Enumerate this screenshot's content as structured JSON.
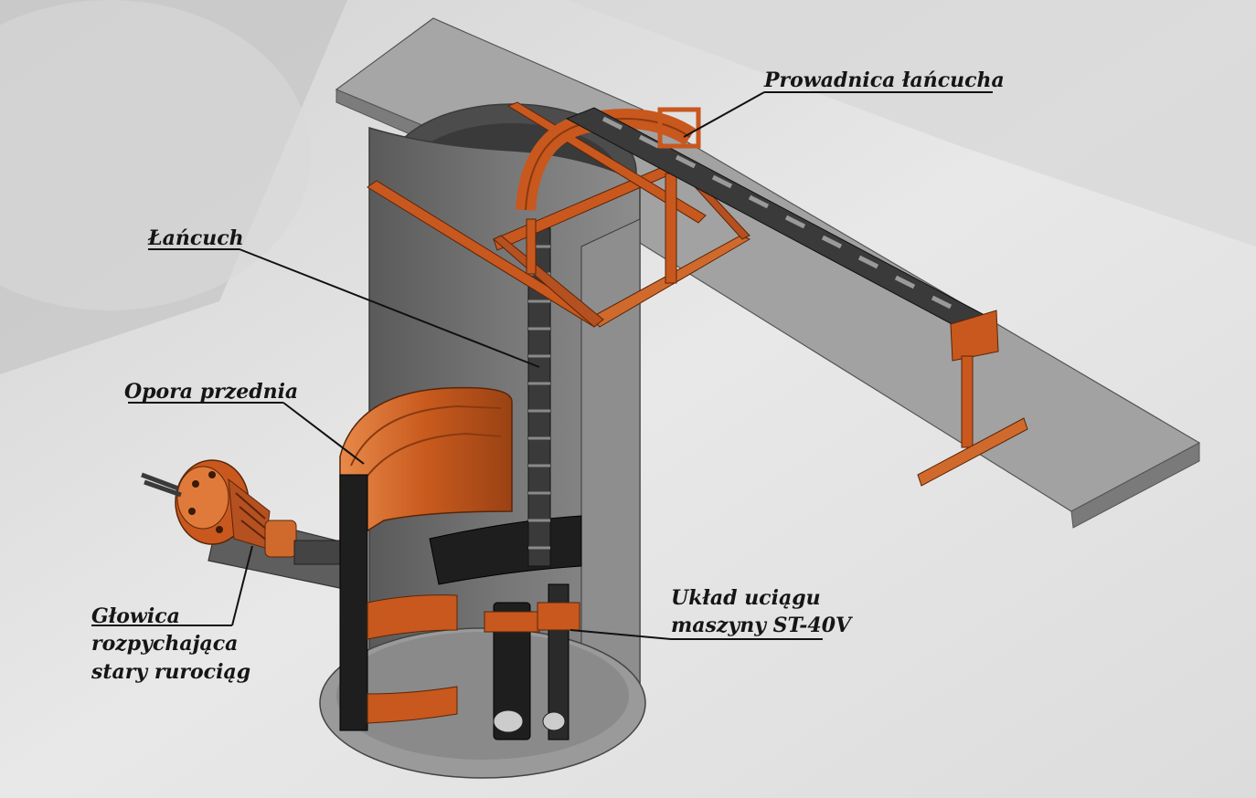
{
  "labels": {
    "chain_guide": "Prowadnica łańcucha",
    "chain": "Łańcuch",
    "front_support": "Opora przednia",
    "expansion_head": [
      "Głowica",
      "rozpychająca",
      "stary rurociąg"
    ],
    "pulling_system": [
      "Układ uciągu",
      "maszyny ST-40V"
    ]
  },
  "colors": {
    "background": "#e4e4e4",
    "concrete": "#9c9c9c",
    "concrete_light": "#b8b8b8",
    "concrete_dark": "#6a6a6a",
    "steel_orange": "#c8581e",
    "steel_orange_light": "#e07a3a",
    "steel_orange_dark": "#8a3a10",
    "black_parts": "#1e1e1e",
    "text": "#151515"
  }
}
